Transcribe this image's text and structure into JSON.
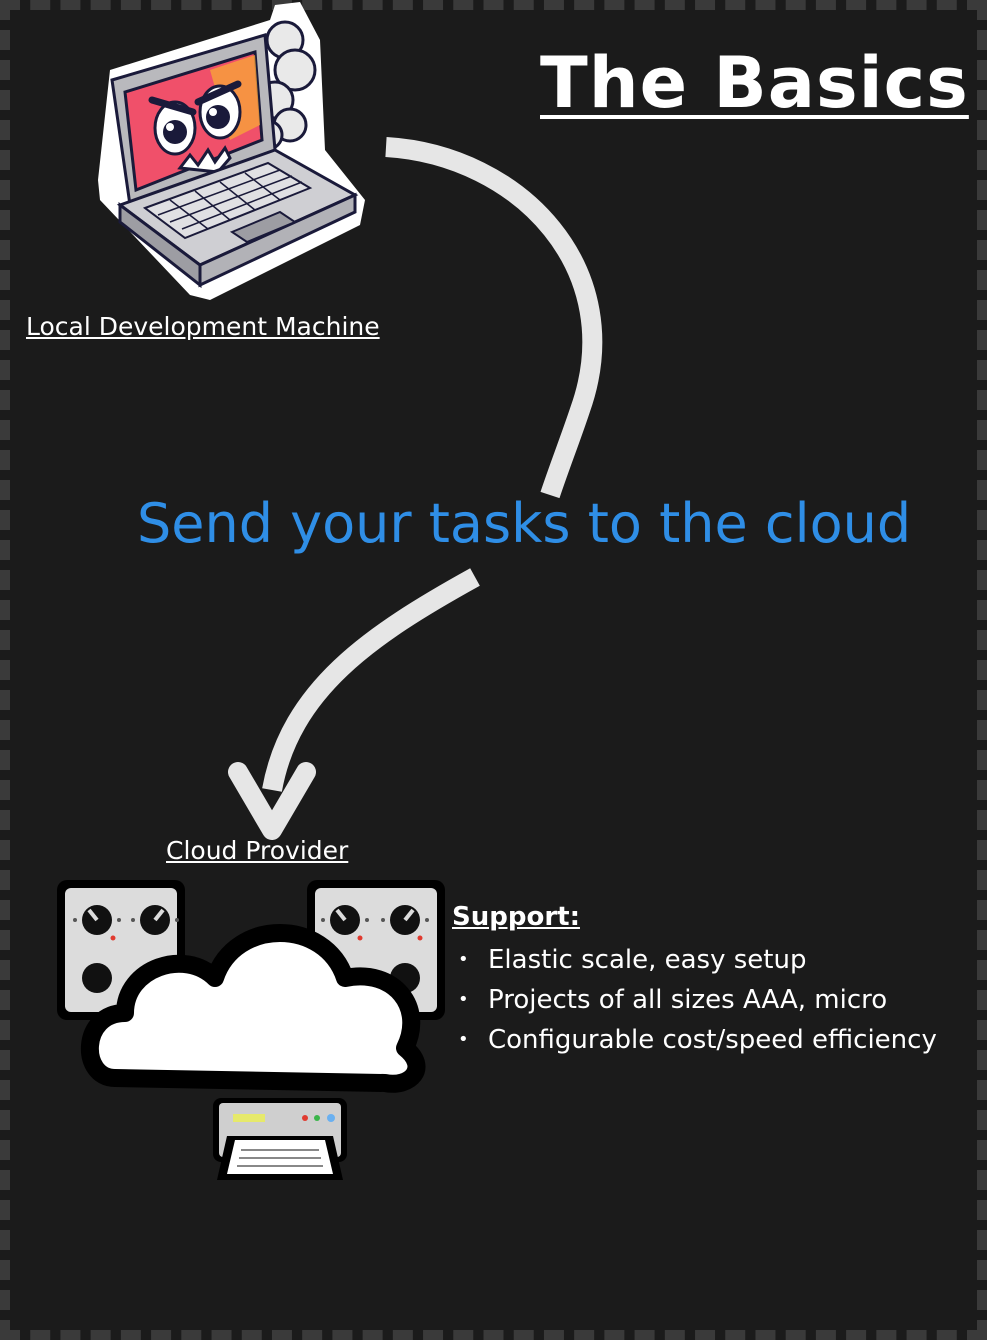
{
  "title": "The Basics",
  "nodes": {
    "local": {
      "label": "Local Development Machine"
    },
    "cloud": {
      "label": "Cloud Provider"
    }
  },
  "edge": {
    "label": "Send your tasks to the cloud"
  },
  "support": {
    "title": "Support:",
    "items": [
      "Elastic scale, easy setup",
      "Projects of all sizes AAA, micro",
      "Configurable cost/speed efficiency"
    ]
  },
  "colors": {
    "background": "#1b1b1b",
    "accent_text": "#2f8ee6",
    "arrow": "#e6e6e6",
    "laptop_screen": "#f0506a"
  },
  "icons": [
    "angry-laptop-icon",
    "cloud-server-icon"
  ]
}
